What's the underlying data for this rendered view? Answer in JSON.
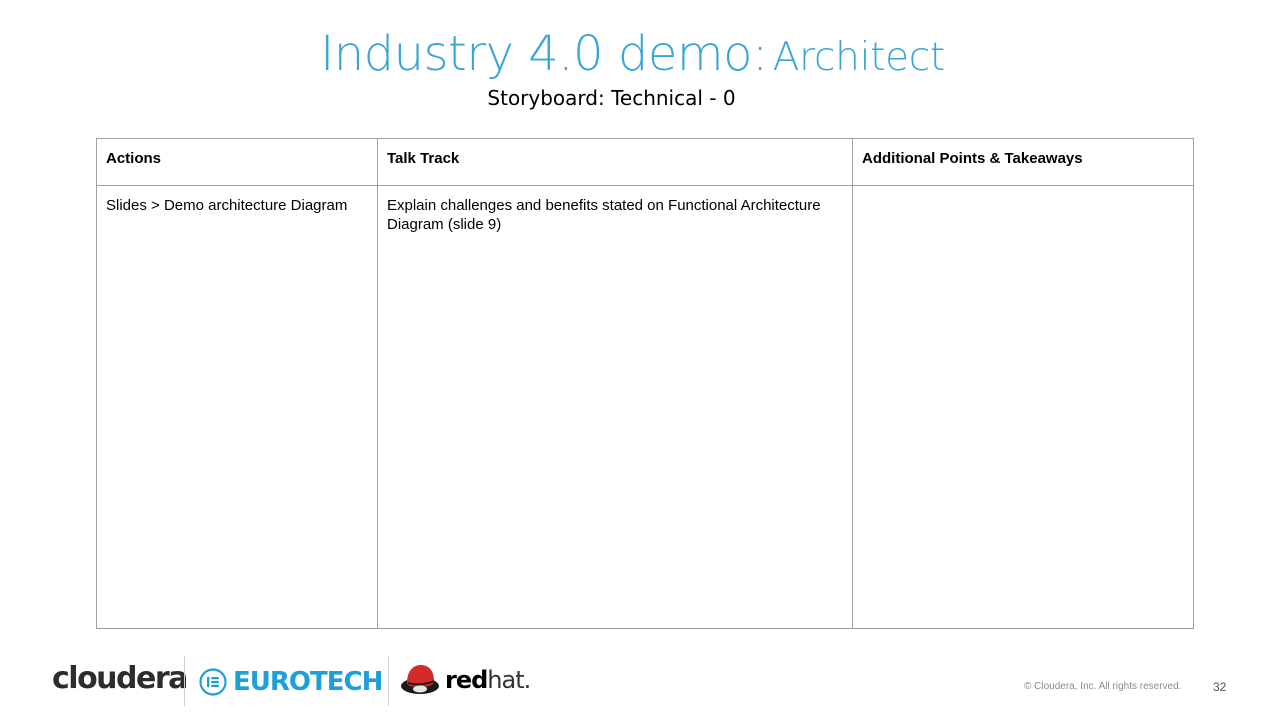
{
  "slide": {
    "title_main": "Industry 4.0 demo:",
    "title_sub": "Architect",
    "subtitle": "Storyboard: Technical - 0",
    "accent_color": "#3aa6d6"
  },
  "table": {
    "headers": [
      "Actions",
      "Talk Track",
      "Additional Points & Takeaways"
    ],
    "rows": [
      [
        "Slides > Demo architecture Diagram",
        "Explain challenges and benefits stated on Functional Architecture Diagram (slide 9)",
        ""
      ]
    ]
  },
  "footer": {
    "logos": {
      "cloudera": "cloudera",
      "eurotech": "EUROTECH",
      "redhat_bold": "red",
      "redhat_light": "hat."
    },
    "copyright": "© Cloudera, Inc. All rights reserved.",
    "page_number": "32"
  }
}
